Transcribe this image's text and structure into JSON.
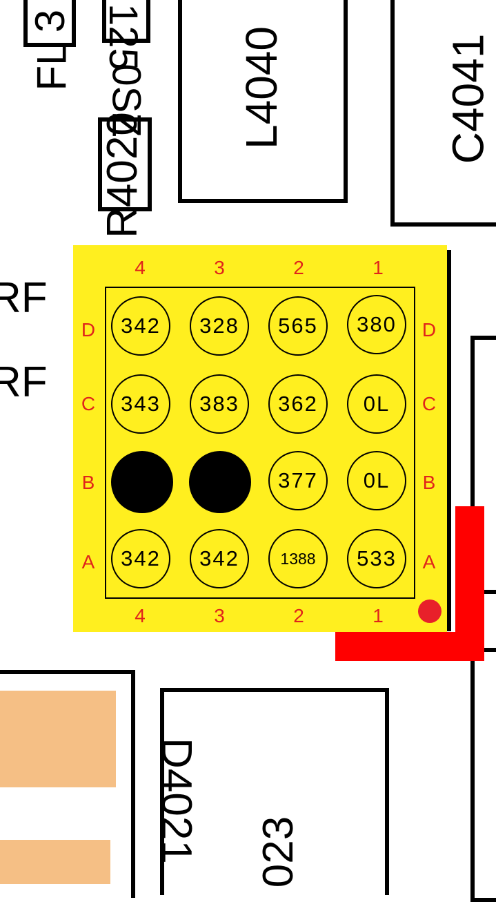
{
  "components": {
    "fl": "FL",
    "fl_num": "3",
    "c25": "125",
    "c25_b": "0SZ",
    "r4020": "R4020",
    "l4040": "L4040",
    "c4041": "C4041",
    "d4021": "D4021",
    "d023": "023",
    "rf1": "RF",
    "rf2": "RF"
  },
  "chip": {
    "columns": [
      "4",
      "3",
      "2",
      "1"
    ],
    "rows": [
      "D",
      "C",
      "B",
      "A"
    ],
    "pads": {
      "D": [
        "342",
        "328",
        "565",
        "380"
      ],
      "C": [
        "343",
        "383",
        "362",
        "0L"
      ],
      "B": [
        "",
        "",
        "377",
        "0L"
      ],
      "A": [
        "342",
        "342",
        "1388",
        "533"
      ]
    },
    "colors": {
      "body": "#ffef1f",
      "labels": "#e0241b",
      "marker": "#ff0000"
    }
  }
}
